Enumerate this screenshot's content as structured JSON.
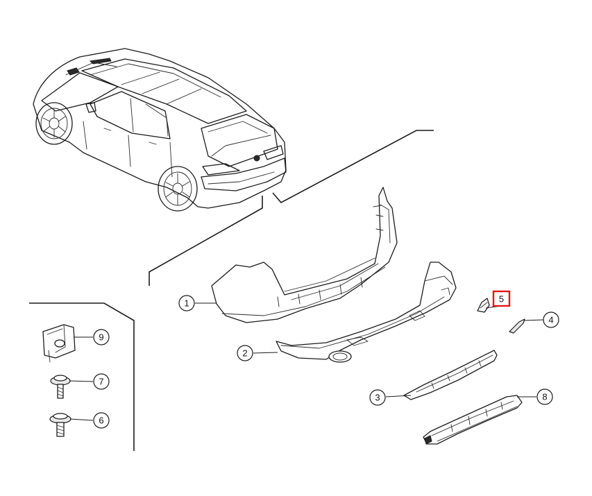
{
  "callouts": {
    "c1": "1",
    "c2": "2",
    "c3": "3",
    "c4": "4",
    "c5": "5",
    "c6": "6",
    "c7": "7",
    "c8": "8",
    "c9": "9"
  },
  "highlight_color": "#e01818"
}
